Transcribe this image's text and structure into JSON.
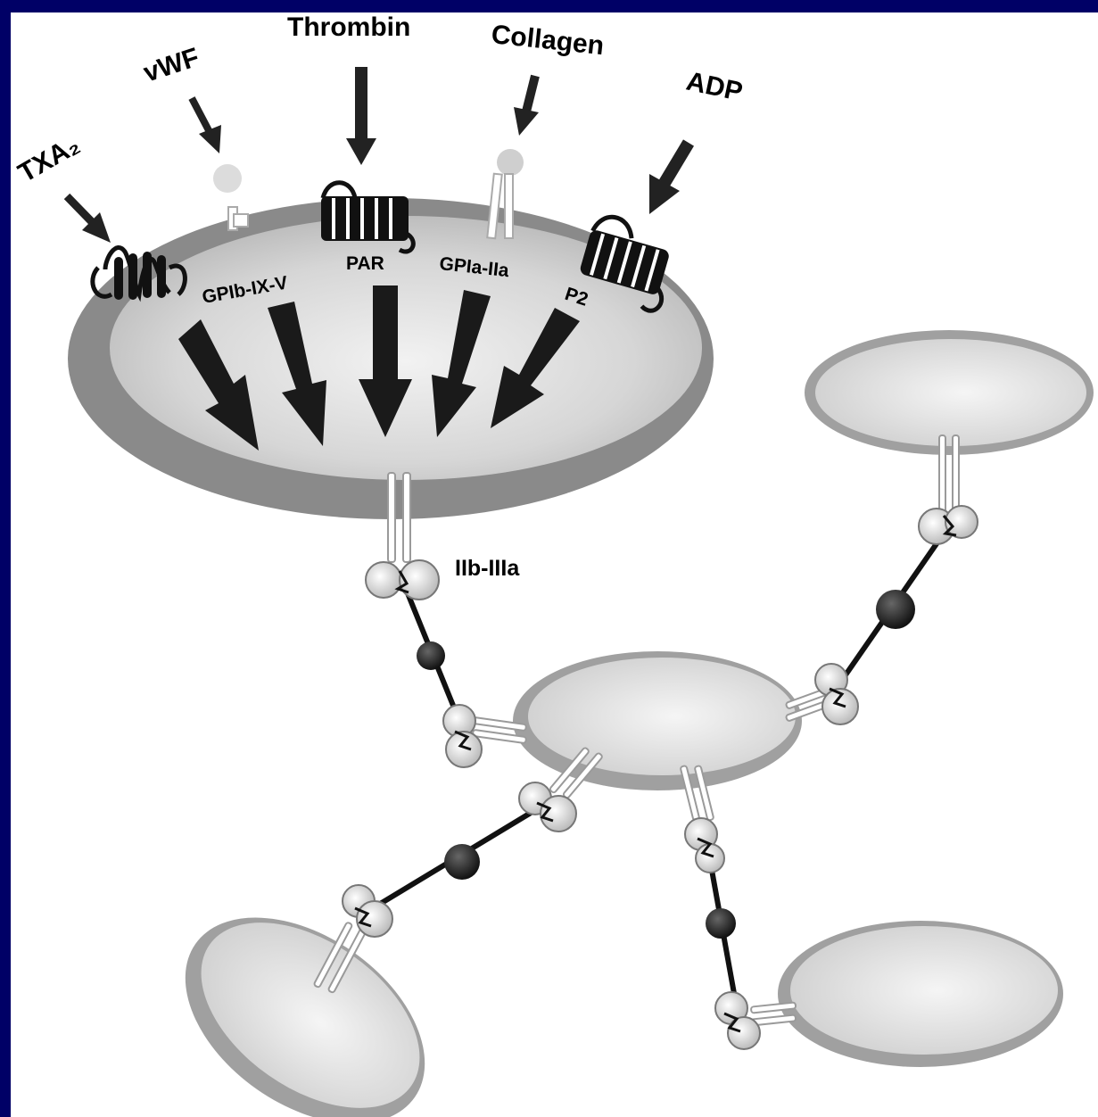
{
  "agonists": {
    "txa2": "TXA₂",
    "vwf": "vWF",
    "thrombin": "Thrombin",
    "collagen": "Collagen",
    "adp": "ADP"
  },
  "receptors": {
    "gpib": "GPIb-IX-V",
    "par": "PAR",
    "gpia": "GPIa-IIa",
    "p2": "P2"
  },
  "integrin": "IIb-IIIa",
  "colors": {
    "background": "#000066",
    "panel": "#ffffff",
    "membrane": "#8a8a8a",
    "cytoplasm": "#d9d9d9",
    "ink": "#111111"
  }
}
